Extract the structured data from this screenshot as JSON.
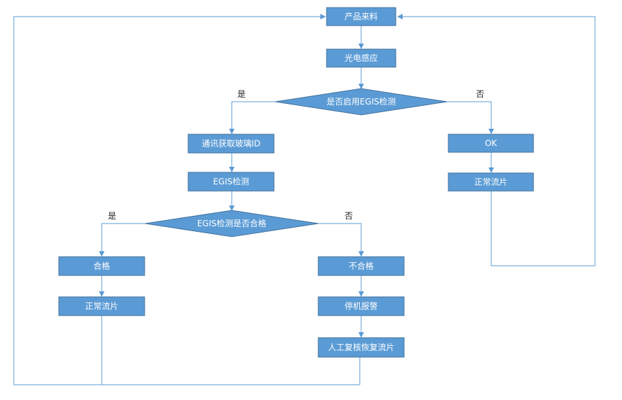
{
  "diagram": {
    "nodes": {
      "n_incoming": "产品来料",
      "n_sensor": "光电感应",
      "n_enable": "是否启用EGIS检测",
      "n_getid": "通讯获取玻璃ID",
      "n_egis": "EGIS检测",
      "n_pass_q": "EGIS检测是否合格",
      "n_ok": "OK",
      "n_flow_right": "正常流片",
      "n_pass": "合格",
      "n_flow_left": "正常流片",
      "n_fail": "不合格",
      "n_alarm": "停机报警",
      "n_manual": "人工复核恢复流片"
    },
    "labels": {
      "enable_yes": "是",
      "enable_no": "否",
      "pass_yes": "是",
      "pass_no": "否"
    },
    "colors": {
      "node_fill": "#5b9bd5",
      "node_stroke": "#41719c",
      "connector": "#5b9bd5",
      "node_text": "#ffffff"
    }
  }
}
